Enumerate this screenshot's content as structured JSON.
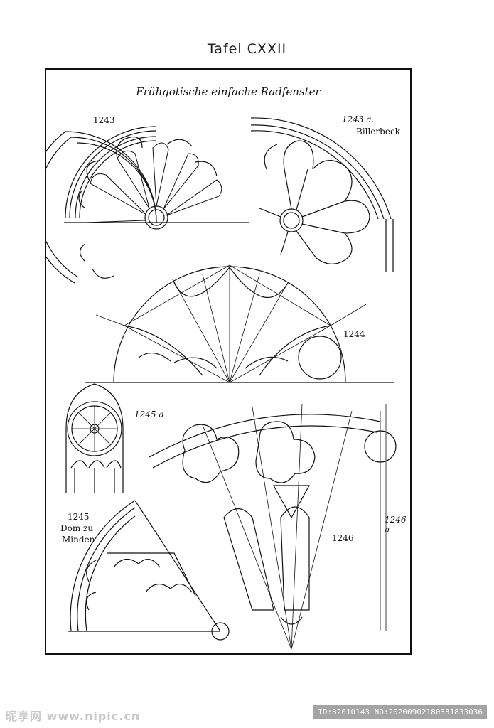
{
  "plate": {
    "title": "Tafel CXXII",
    "heading": "Frühgotische einfache Radfenster"
  },
  "figures": [
    {
      "id": "1243",
      "label": "1243"
    },
    {
      "id": "1243a",
      "label": "1243 a.",
      "place": "Billerbeck"
    },
    {
      "id": "1244",
      "label": "1244"
    },
    {
      "id": "1245a",
      "label": "1245 a"
    },
    {
      "id": "1245",
      "label": "1245",
      "place_line1": "Dom zu",
      "place_line2": "Minden"
    },
    {
      "id": "1246",
      "label": "1246"
    },
    {
      "id": "1246a",
      "label": "1246 a"
    }
  ],
  "watermark": {
    "left": "昵享网 www.nipic.cn",
    "right": "ID:32010143 NO:20200902180331833036"
  }
}
